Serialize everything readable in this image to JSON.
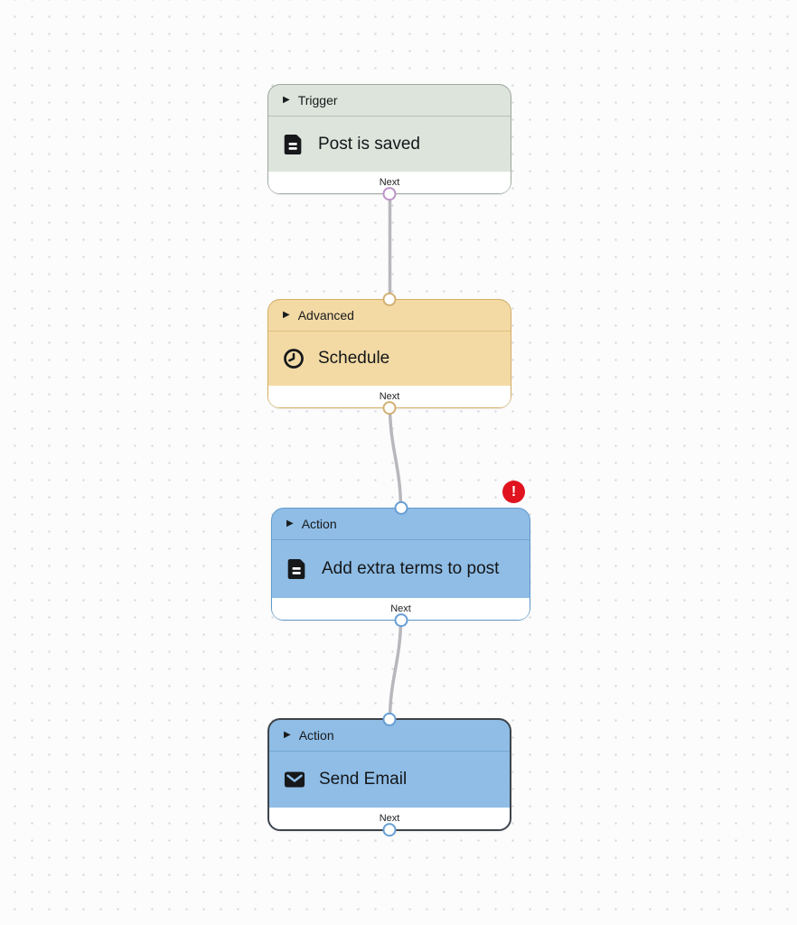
{
  "canvas": {
    "background_color": "#fcfcfd",
    "dot_color": "#d7d7db"
  },
  "icons": {
    "expander": "▶",
    "error": "!"
  },
  "error_badge": {
    "symbol": "!",
    "color": "#e0131e"
  },
  "nodes": [
    {
      "id": "trigger-post-is-saved",
      "category": "Trigger",
      "title": "Post is saved",
      "icon": "document-icon",
      "footer_label": "Next",
      "has_error": false,
      "selected": false,
      "colors": {
        "fill": "#dde4dc",
        "border": "#9fa99f",
        "divider": "#b7c1b7",
        "port": "#bd92c9"
      }
    },
    {
      "id": "advanced-schedule",
      "category": "Advanced",
      "title": "Schedule",
      "icon": "clock-icon",
      "footer_label": "Next",
      "has_error": false,
      "selected": false,
      "colors": {
        "fill": "#f3daa5",
        "border": "#d3ad62",
        "divider": "#ddbe7e",
        "port": "#d3b073"
      }
    },
    {
      "id": "action-add-extra-terms",
      "category": "Action",
      "title": "Add extra terms to post",
      "icon": "document-icon",
      "footer_label": "Next",
      "has_error": true,
      "selected": false,
      "colors": {
        "fill": "#8fbde6",
        "border": "#5e98ca",
        "divider": "#74a7d4",
        "port": "#679ed4"
      }
    },
    {
      "id": "action-send-email",
      "category": "Action",
      "title": "Send Email",
      "icon": "mail-icon",
      "footer_label": "Next",
      "has_error": false,
      "selected": true,
      "colors": {
        "fill": "#8fbde6",
        "border": "#3e444b",
        "divider": "#74a7d4",
        "port": "#679ed4"
      }
    }
  ],
  "connections": [
    {
      "from": "trigger-post-is-saved",
      "from_port": "Next",
      "to": "advanced-schedule",
      "shape": "straight"
    },
    {
      "from": "advanced-schedule",
      "from_port": "Next",
      "to": "action-add-extra-terms",
      "shape": "s-curve"
    },
    {
      "from": "action-add-extra-terms",
      "from_port": "Next",
      "to": "action-send-email",
      "shape": "s-curve"
    }
  ]
}
